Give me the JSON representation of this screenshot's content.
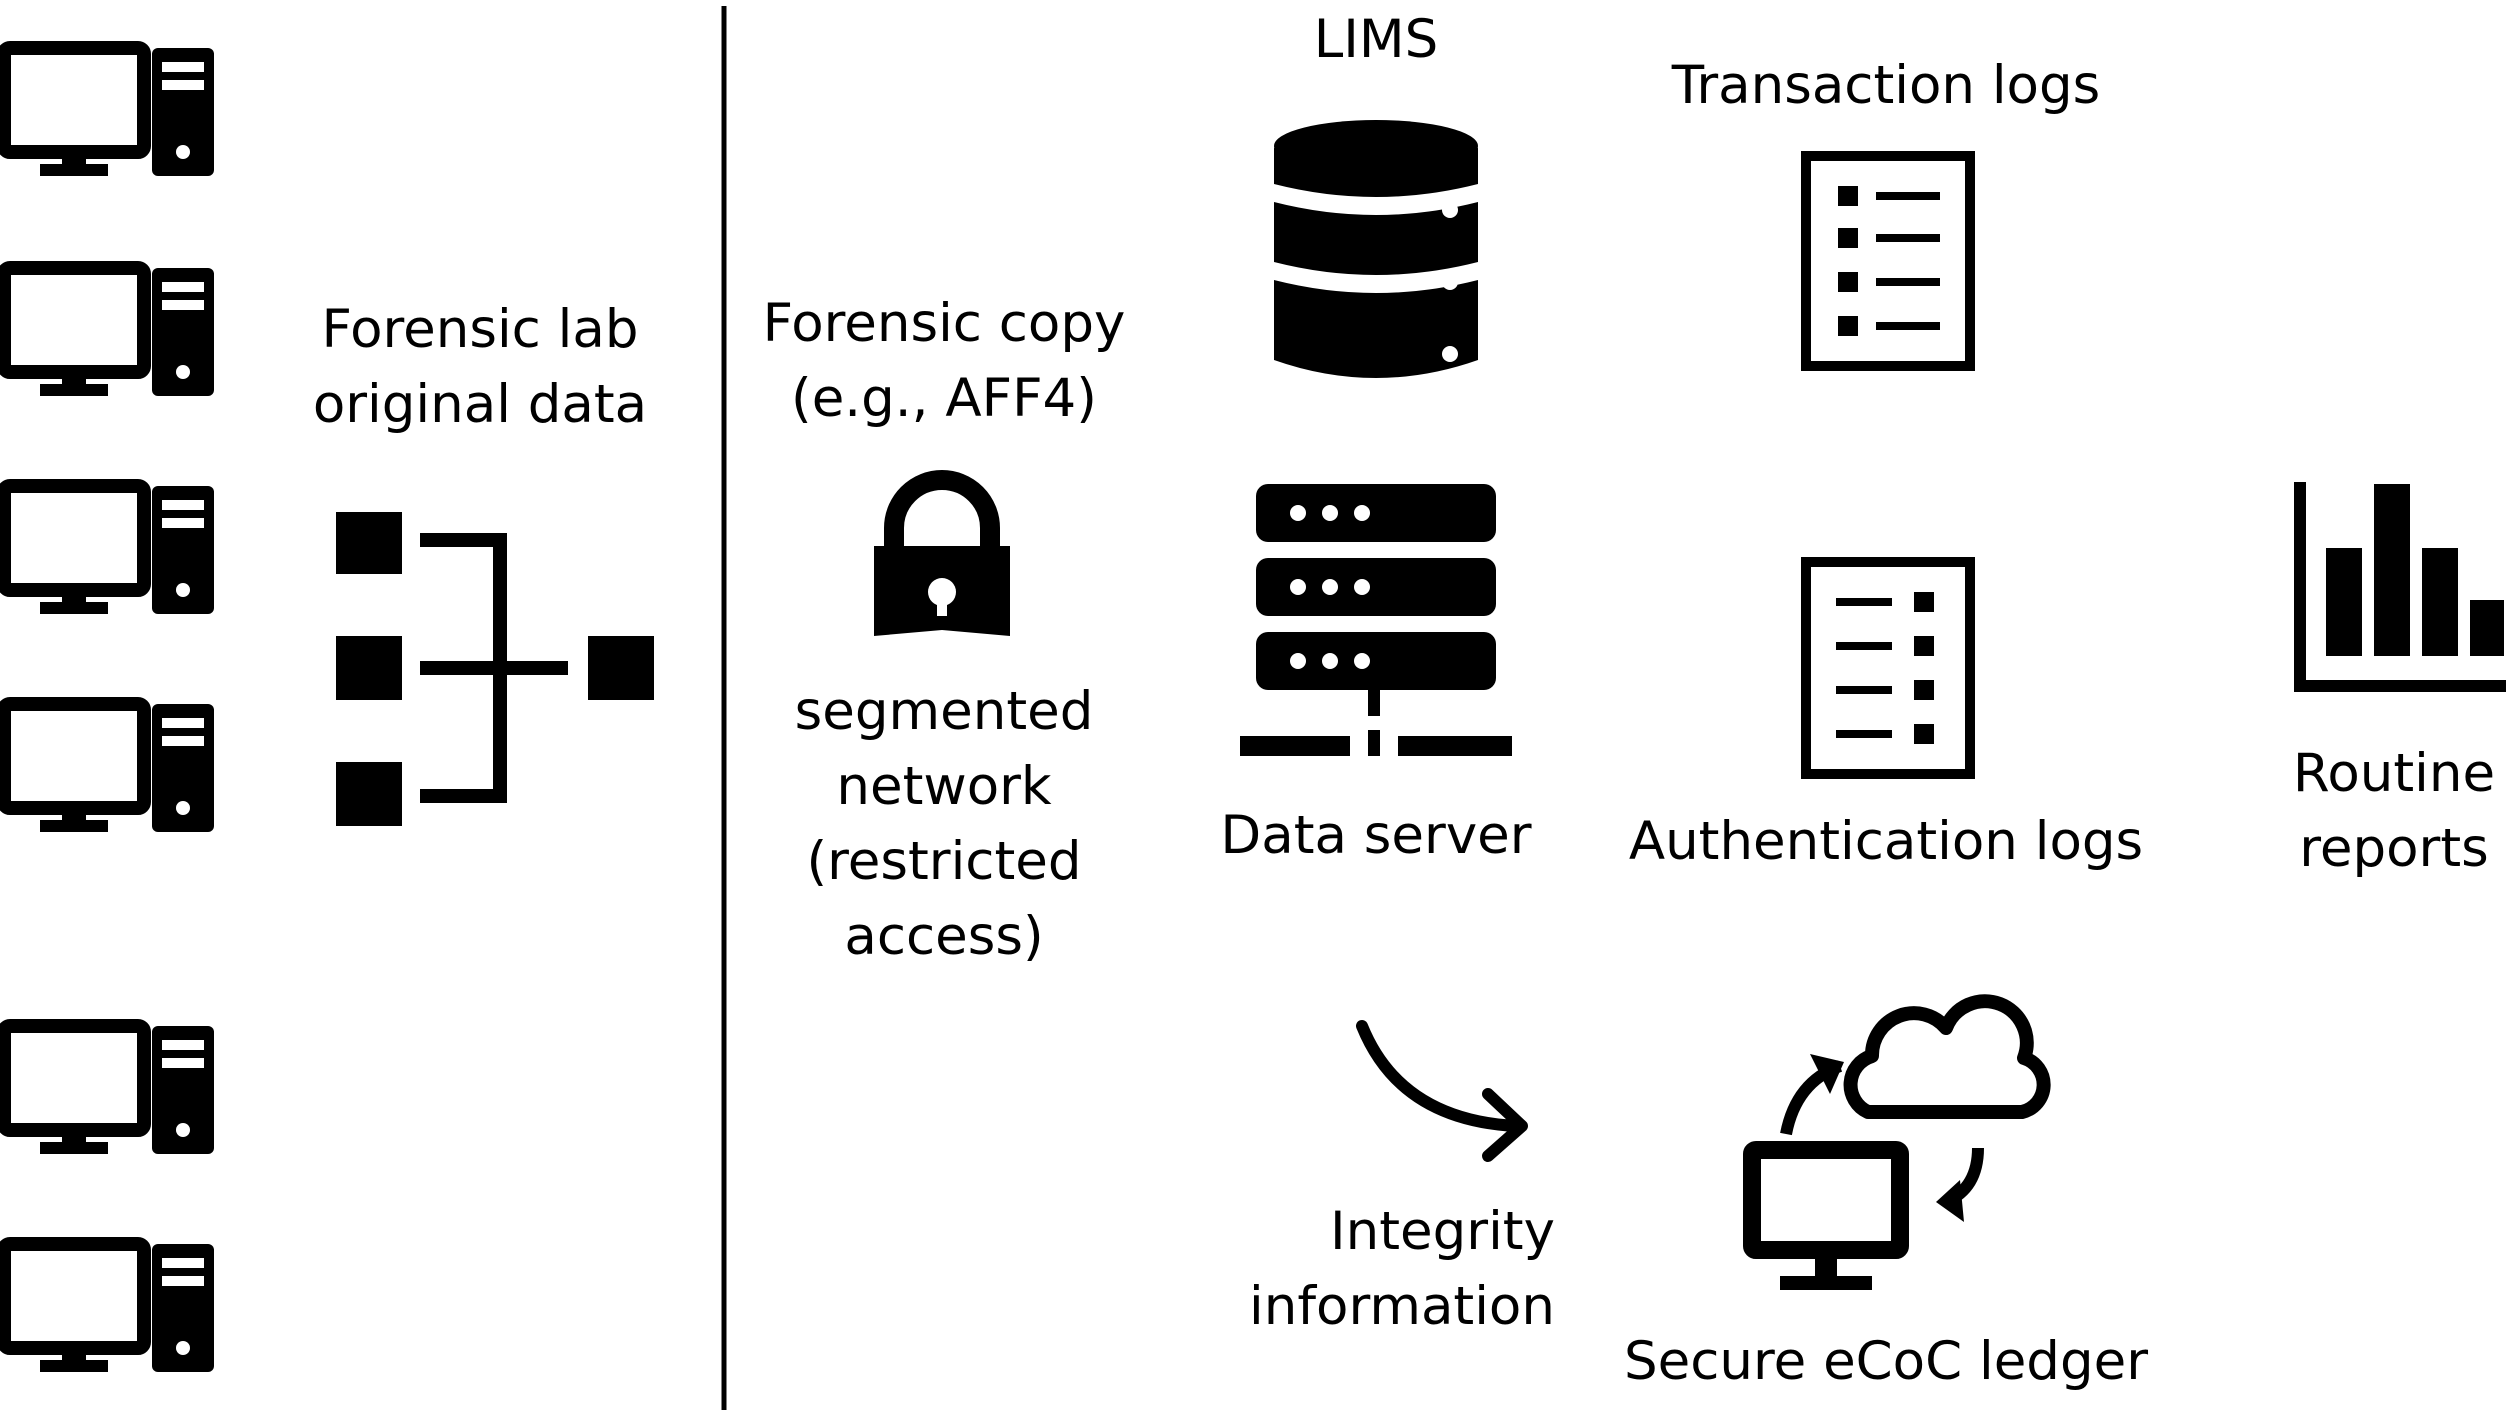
{
  "labels": {
    "forensic_lab": [
      "Forensic lab",
      "original data"
    ],
    "forensic_copy": [
      "Forensic copy",
      "(e.g., AFF4)"
    ],
    "segmented_network": [
      "segmented",
      "network",
      "(restricted",
      "access)"
    ],
    "lims": "LIMS",
    "data_server": "Data server",
    "transaction_logs": "Transaction logs",
    "authentication_logs": "Authentication logs",
    "routine_reports": [
      "Routine",
      "reports"
    ],
    "integrity_information": [
      "Integrity",
      "information"
    ],
    "secure_ledger": "Secure eCoC ledger"
  },
  "icons": {
    "workstations": "desktop-computer-icon",
    "network": "network-topology-icon",
    "lock": "padlock-icon",
    "database": "database-icon",
    "server": "server-rack-icon",
    "log_document": "list-document-icon",
    "report": "bar-chart-icon",
    "arrow": "curved-arrow-icon",
    "cloud_sync": "cloud-sync-computer-icon"
  },
  "colors": {
    "foreground": "#000000",
    "background": "#ffffff"
  }
}
